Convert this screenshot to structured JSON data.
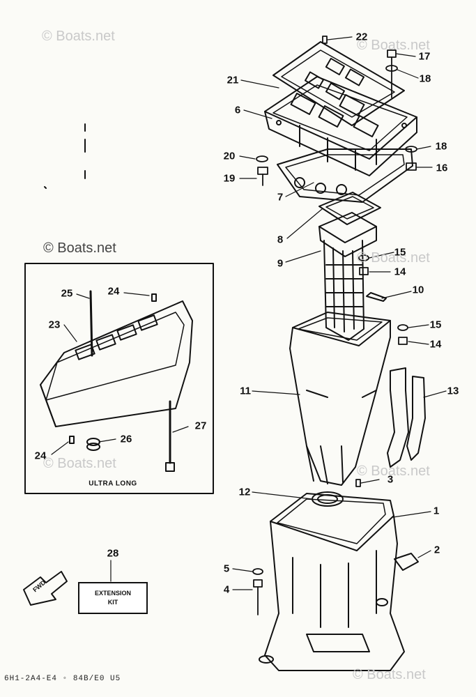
{
  "watermark": "© Boats.net",
  "callouts": [
    {
      "id": "22",
      "text": "22"
    },
    {
      "id": "17",
      "text": "17"
    },
    {
      "id": "18a",
      "text": "18"
    },
    {
      "id": "21",
      "text": "21"
    },
    {
      "id": "6",
      "text": "6"
    },
    {
      "id": "20",
      "text": "20"
    },
    {
      "id": "18b",
      "text": "18"
    },
    {
      "id": "16",
      "text": "16"
    },
    {
      "id": "19",
      "text": "19"
    },
    {
      "id": "7",
      "text": "7"
    },
    {
      "id": "8",
      "text": "8"
    },
    {
      "id": "15a",
      "text": "15"
    },
    {
      "id": "9",
      "text": "9"
    },
    {
      "id": "14a",
      "text": "14"
    },
    {
      "id": "10",
      "text": "10"
    },
    {
      "id": "25",
      "text": "25"
    },
    {
      "id": "24a",
      "text": "24"
    },
    {
      "id": "23",
      "text": "23"
    },
    {
      "id": "15b",
      "text": "15"
    },
    {
      "id": "14b",
      "text": "14"
    },
    {
      "id": "11",
      "text": "11"
    },
    {
      "id": "13",
      "text": "13"
    },
    {
      "id": "27",
      "text": "27"
    },
    {
      "id": "26",
      "text": "26"
    },
    {
      "id": "24b",
      "text": "24"
    },
    {
      "id": "3",
      "text": "3"
    },
    {
      "id": "12",
      "text": "12"
    },
    {
      "id": "1",
      "text": "1"
    },
    {
      "id": "28",
      "text": "28"
    },
    {
      "id": "2",
      "text": "2"
    },
    {
      "id": "5",
      "text": "5"
    },
    {
      "id": "4",
      "text": "4"
    }
  ],
  "inset_caption": "ULTRA LONG",
  "kit_label": {
    "line1": "EXTENSION",
    "line2": "KIT"
  },
  "fwd_label": "FWD",
  "footer_code": "6H1-2A4-E4 ◦ 84B/E0 U5"
}
